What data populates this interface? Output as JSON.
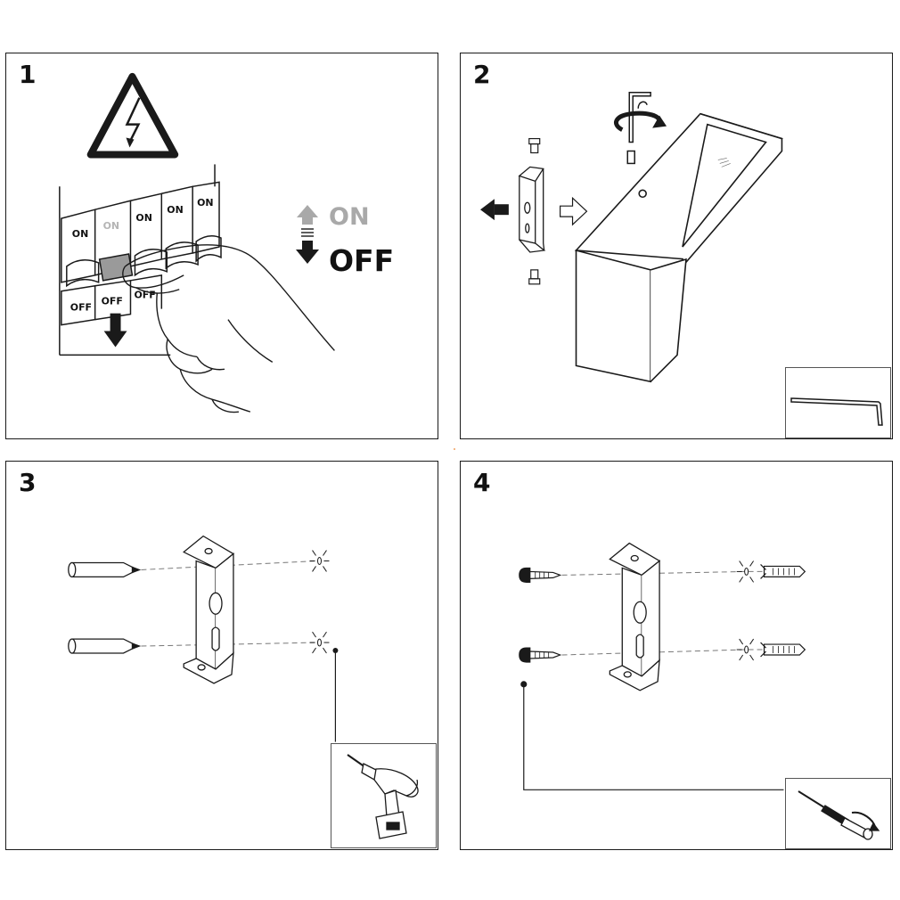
{
  "steps": [
    {
      "number": "1"
    },
    {
      "number": "2"
    },
    {
      "number": "3"
    },
    {
      "number": "4"
    }
  ],
  "switch_legend": {
    "on": "ON",
    "off": "OFF"
  },
  "breakers": {
    "on_labels": [
      "ON",
      "ON",
      "ON",
      "ON",
      "ON"
    ],
    "off_labels": [
      "OFF",
      "OFF",
      "OFF"
    ]
  },
  "colors": {
    "line": "#1a1a1a",
    "on_gray": "#a9a9a9",
    "switch_gray": "#9a9a9a"
  },
  "icons": [
    "warning-high-voltage-icon",
    "arrow-down-icon",
    "arrow-left-icon",
    "arrow-right-outline-icon",
    "rotate-icon",
    "hex-key-icon",
    "drill-icon",
    "screwdriver-icon"
  ]
}
